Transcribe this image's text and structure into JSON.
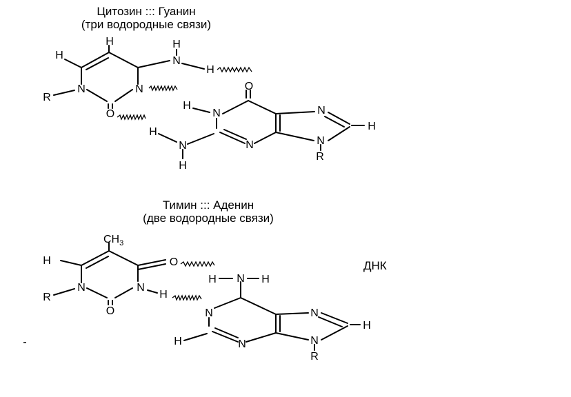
{
  "sections": [
    {
      "title": "Цитозин ::: Гуанин",
      "subtitle": "(три водородные связи)"
    },
    {
      "title": "Тимин ::: Аденин",
      "subtitle": "(две водородные связи)"
    }
  ],
  "side_label": "ДНК",
  "atoms": {
    "H": "H",
    "N": "N",
    "O": "O",
    "R": "R",
    "CH": "CH",
    "sub3": "3"
  },
  "colors": {
    "ink": "#000000",
    "background": "#ffffff"
  }
}
